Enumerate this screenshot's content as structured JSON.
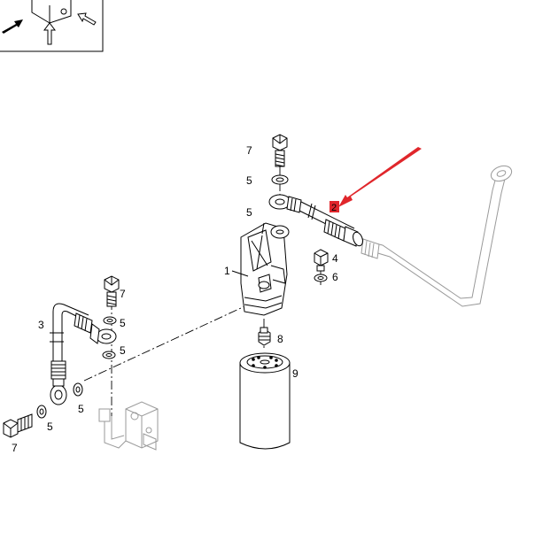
{
  "callouts": {
    "c7_top": "7",
    "c5_upper": "5",
    "c5_mid": "5",
    "c2": "2",
    "c4": "4",
    "c1": "1",
    "c6": "6",
    "c7_left": "7",
    "c3": "3",
    "c5_left_a": "5",
    "c5_left_b": "5",
    "c8": "8",
    "c9": "9",
    "c5_bottom_a": "5",
    "c5_bottom_b": "5",
    "c7_bottom": "7"
  },
  "colors": {
    "line": "#000000",
    "ghost": "#9a9a9a",
    "arrow": "#e0262b",
    "highlight": "#e0262b"
  },
  "highlighted_part": "2"
}
